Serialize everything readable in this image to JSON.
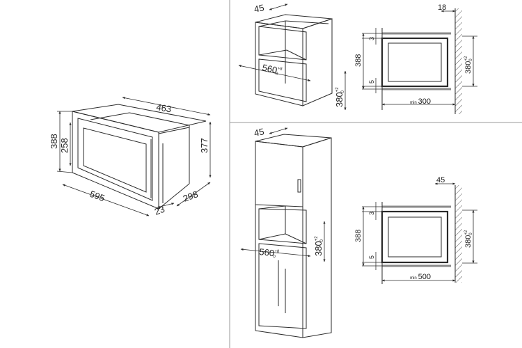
{
  "overview": {
    "depth_total": "463",
    "height_total": "388",
    "height_inner": "258",
    "width_total": "595",
    "height_back": "377",
    "depth_body": "298",
    "frame_depth": "23"
  },
  "top_panel": {
    "iso": {
      "top_depth": "45",
      "niche_width": "560",
      "niche_width_tol": "+8",
      "niche_width_tol_low": "0",
      "niche_height": "380",
      "niche_height_tol": "+2",
      "niche_height_tol_low": "0"
    },
    "section": {
      "wall_gap": "18",
      "total_height": "388",
      "top_gap": "3",
      "bottom_gap": "5",
      "niche_height": "380",
      "niche_height_tol": "+2",
      "niche_height_tol_low": "0",
      "min_label": "min",
      "min_depth": "300"
    }
  },
  "bottom_panel": {
    "iso": {
      "top_depth": "45",
      "niche_width": "560",
      "niche_width_tol": "+8",
      "niche_width_tol_low": "0",
      "niche_height": "380",
      "niche_height_tol": "+2",
      "niche_height_tol_low": "0"
    },
    "section": {
      "wall_gap": "45",
      "total_height": "388",
      "top_gap": "3",
      "bottom_gap": "5",
      "niche_height": "380",
      "niche_height_tol": "+2",
      "niche_height_tol_low": "0",
      "min_label": "min",
      "min_depth": "500"
    }
  }
}
